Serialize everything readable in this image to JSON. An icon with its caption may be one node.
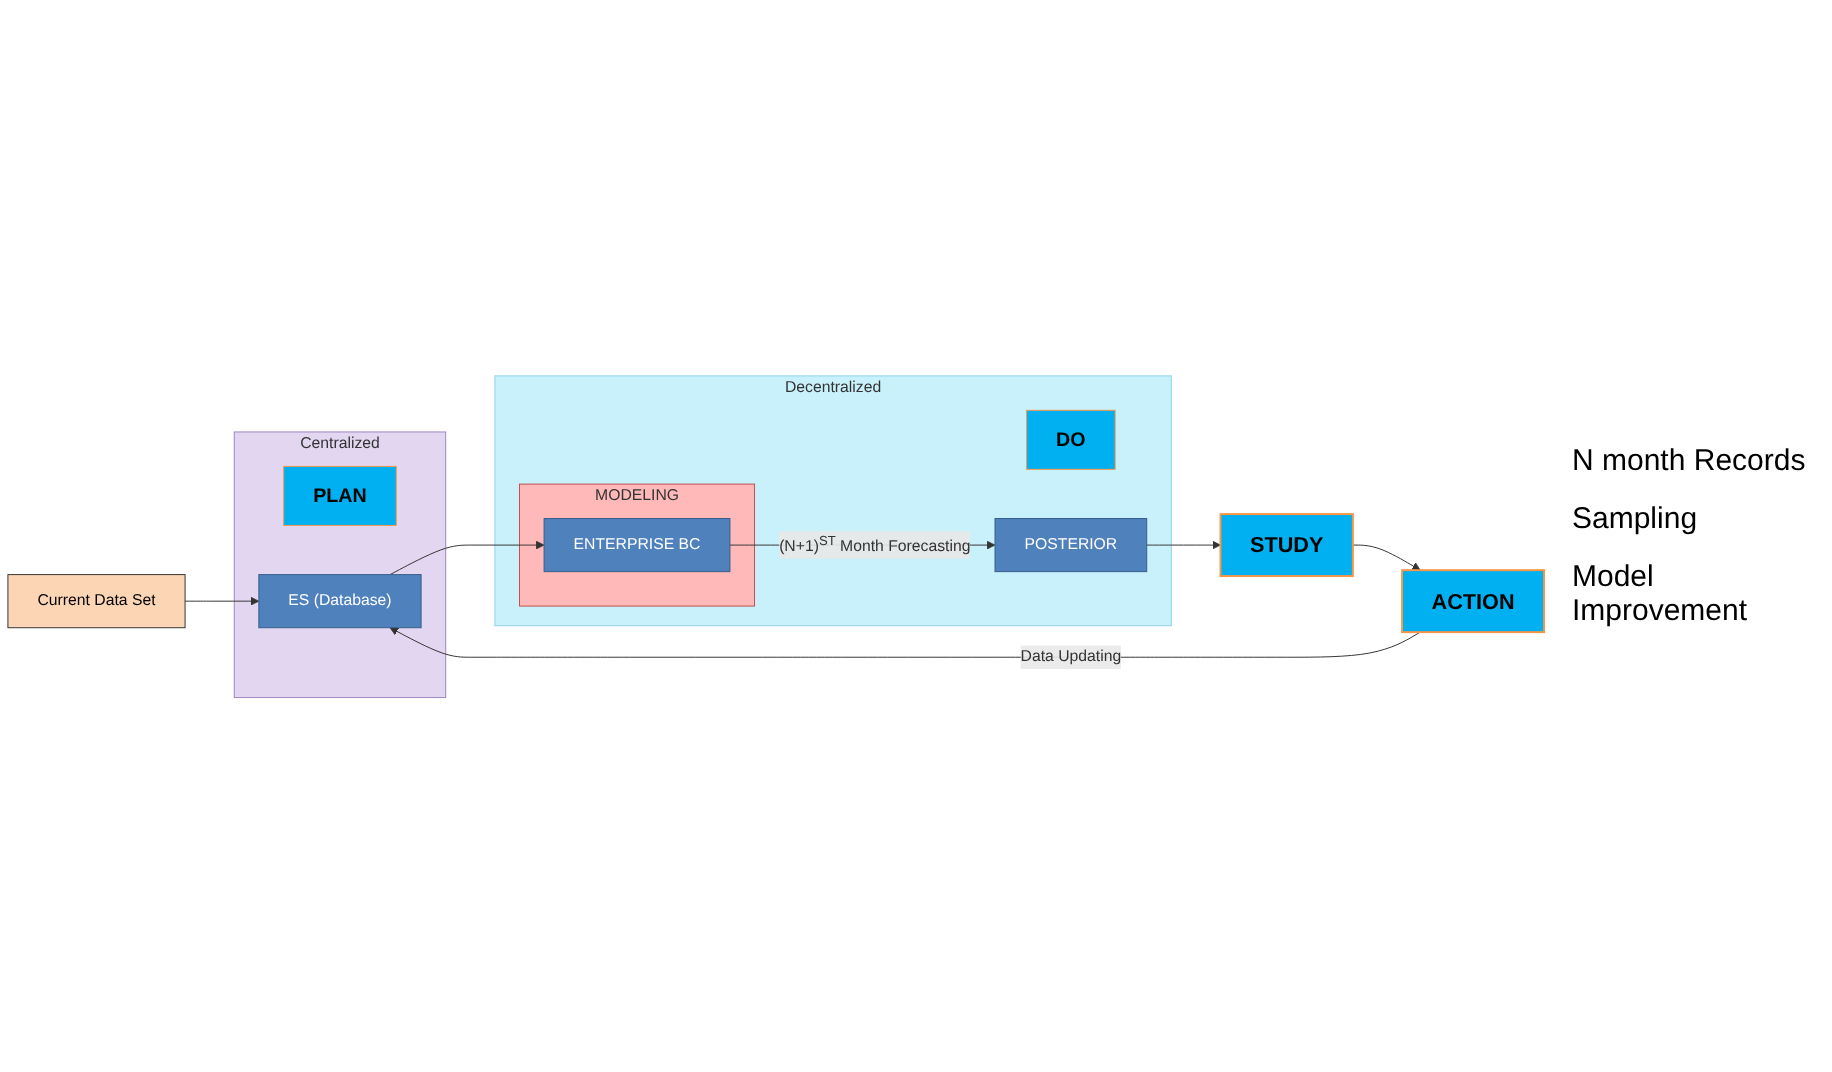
{
  "diagram": {
    "nodes": [
      {
        "text": [
          "Current Data Set"
        ]
      },
      {
        "text": [
          "Centralized"
        ]
      },
      {
        "text": [
          "PLAN"
        ],
        "in": 1
      },
      {
        "text": [
          "ES (Database)"
        ],
        "in": 1
      },
      {
        "text": [
          "Decentralized"
        ]
      },
      {
        "text": [
          "DO"
        ],
        "in": 4
      },
      {
        "text": [
          "MODELING"
        ],
        "in": 4
      },
      {
        "text": [
          "ENTERPRISE BC"
        ],
        "in": 6
      },
      {
        "text": [
          "POSTERIOR"
        ],
        "in": 4
      },
      {
        "text": [
          "ACTION"
        ]
      },
      {
        "text": [
          "STUDY"
        ]
      }
    ],
    "edges": [
      {
        "from": 0,
        "to": 3,
        "arrow": "to"
      },
      {
        "from": 3,
        "to": 7,
        "arrow": "to"
      },
      {
        "from": 7,
        "to": 8,
        "arrow": "to",
        "label": "(N+1)$^{ST}$ Month Forecasting"
      },
      {
        "from": 8,
        "to": 10,
        "arrow": "to"
      },
      {
        "from": 10,
        "to": 9,
        "arrow": "to"
      },
      {
        "from": 9,
        "to": 3,
        "arrow": "to",
        "label": "Data Updating"
      }
    ],
    "labels": [
      "N month Records",
      "Sampling",
      "Model Improvement"
    ]
  }
}
